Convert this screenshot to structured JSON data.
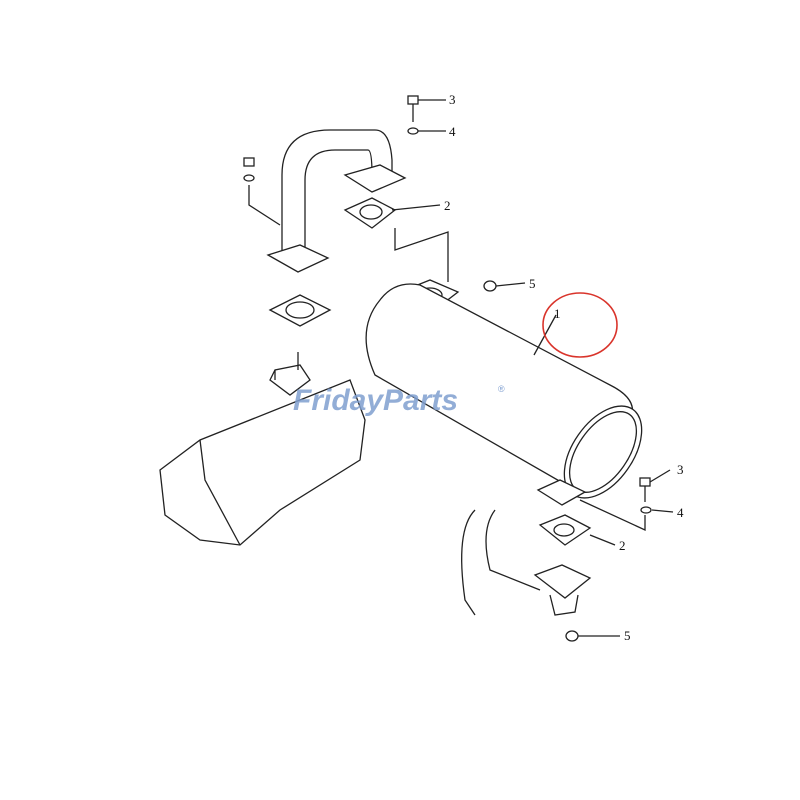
{
  "diagram": {
    "watermark": "FridayParts",
    "watermark_mark": "®",
    "highlight_color": "#d9342b",
    "callouts": [
      {
        "label": "3",
        "part": "upper-bolt"
      },
      {
        "label": "4",
        "part": "upper-washer"
      },
      {
        "label": "2",
        "part": "upper-gasket"
      },
      {
        "label": "5",
        "part": "upper-nut"
      },
      {
        "label": "1",
        "part": "muffler",
        "highlighted": true
      },
      {
        "label": "3",
        "part": "lower-bolt"
      },
      {
        "label": "4",
        "part": "lower-washer"
      },
      {
        "label": "2",
        "part": "lower-gasket"
      },
      {
        "label": "5",
        "part": "lower-nut"
      }
    ]
  }
}
